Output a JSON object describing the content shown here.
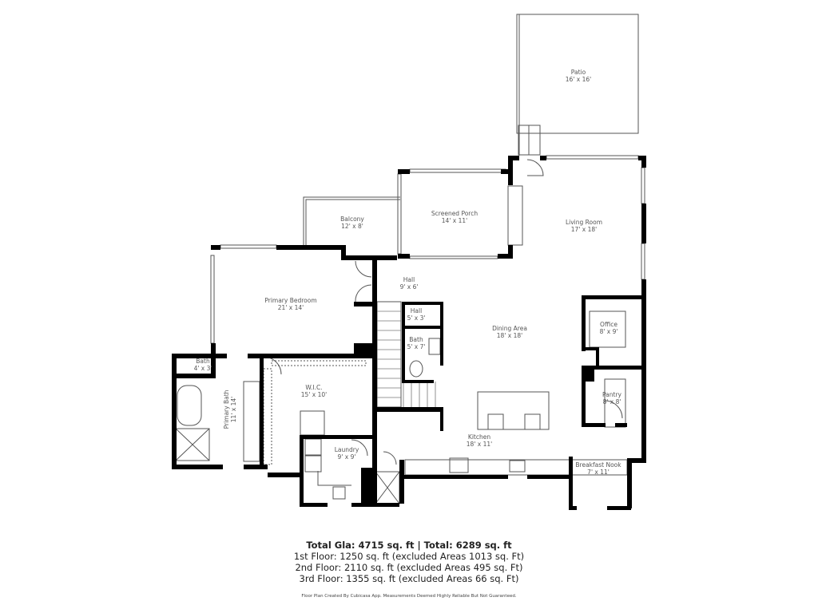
{
  "rooms": [
    {
      "id": "patio",
      "name": "Patio",
      "dims": "16' x 16'"
    },
    {
      "id": "balcony",
      "name": "Balcony",
      "dims": "12' x 8'"
    },
    {
      "id": "screened_porch",
      "name": "Screened Porch",
      "dims": "14' x 11'"
    },
    {
      "id": "living_room",
      "name": "Living Room",
      "dims": "17' x 18'"
    },
    {
      "id": "hall_main",
      "name": "Hall",
      "dims": "9' x 6'"
    },
    {
      "id": "primary_bedroom",
      "name": "Primary Bedroom",
      "dims": "21' x 14'"
    },
    {
      "id": "hall_small",
      "name": "Hall",
      "dims": "5' x 3'"
    },
    {
      "id": "bath_center",
      "name": "Bath",
      "dims": "5' x 7'"
    },
    {
      "id": "dining_area",
      "name": "Dining Area",
      "dims": "18' x 18'"
    },
    {
      "id": "office",
      "name": "Office",
      "dims": "8' x 9'"
    },
    {
      "id": "bath_small",
      "name": "Bath",
      "dims": "4' x 3'"
    },
    {
      "id": "wic",
      "name": "W.I.C.",
      "dims": "15' x 10'"
    },
    {
      "id": "primary_bath",
      "name": "Primary Bath",
      "dims": "11' x 14'"
    },
    {
      "id": "pantry",
      "name": "Pantry",
      "dims": "8' x 8'"
    },
    {
      "id": "kitchen",
      "name": "Kitchen",
      "dims": "18' x 11'"
    },
    {
      "id": "laundry",
      "name": "Laundry",
      "dims": "9' x 9'"
    },
    {
      "id": "breakfast_nook",
      "name": "Breakfast Nook",
      "dims": "7' x 11'"
    }
  ],
  "summary": {
    "title": "Total Gla: 4715 sq. ft | Total: 6289 sq. ft",
    "lines": [
      "1st Floor: 1250 sq. ft (excluded Areas 1013 sq. Ft)",
      "2nd Floor: 2110 sq. ft (excluded Areas 495 sq. Ft)",
      "3rd Floor: 1355 sq. ft (excluded Areas 66 sq. Ft)"
    ],
    "footer": "Floor Plan Created By Cubicasa App. Measurements Deemed Highly Reliable But Not Guaranteed."
  },
  "colors": {
    "wall": "#000000",
    "thin": "#555555",
    "text": "#555555",
    "background": "#ffffff"
  }
}
